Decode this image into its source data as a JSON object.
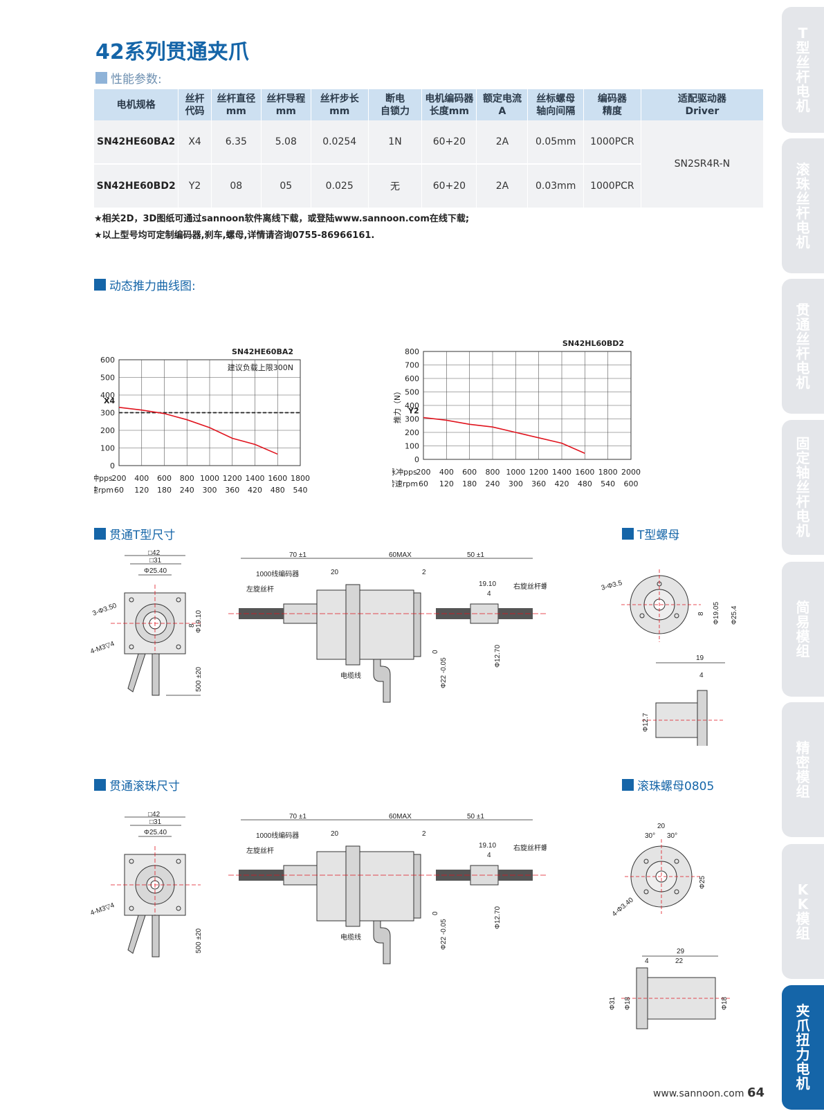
{
  "title": "42系列贯通夹爪",
  "sections": {
    "params": "性能参数:",
    "curve": "动态推力曲线图:",
    "t_dim": "贯通T型尺寸",
    "t_nut": "T型螺母",
    "ball_dim": "贯通滚珠尺寸",
    "ball_nut": "滚珠螺母0805"
  },
  "table": {
    "headers": [
      [
        "电机规格"
      ],
      [
        "丝杆",
        "代码"
      ],
      [
        "丝杆直径",
        "mm"
      ],
      [
        "丝杆导程",
        "mm"
      ],
      [
        "丝杆步长",
        "mm"
      ],
      [
        "断电",
        "自锁力"
      ],
      [
        "电机编码器",
        "长度mm"
      ],
      [
        "额定电流",
        "A"
      ],
      [
        "丝标螺母",
        "轴向间隔"
      ],
      [
        "编码器",
        "精度"
      ],
      [
        "适配驱动器",
        "Driver"
      ]
    ],
    "rows": [
      [
        "SN42HE60BA2",
        "X4",
        "6.35",
        "5.08",
        "0.0254",
        "1N",
        "60+20",
        "2A",
        "0.05mm",
        "1000PCR"
      ],
      [
        "SN42HE60BD2",
        "Y2",
        "08",
        "05",
        "0.025",
        "无",
        "60+20",
        "2A",
        "0.03mm",
        "1000PCR"
      ]
    ],
    "driver": "SN2SR4R-N"
  },
  "notes": [
    "★相关2D，3D图纸可通过sannoon软件离线下载，或登陆www.sannoon.com在线下载;",
    "★以上型号均可定制编码器,刹车,螺母,详情请咨询0755-86966161."
  ],
  "chart_data": [
    {
      "type": "line",
      "title": "SN42HE60BA2",
      "annotation": "建议负载上限300N",
      "series": [
        {
          "name": "X4",
          "x": [
            200,
            400,
            600,
            800,
            1000,
            1200,
            1400,
            1600
          ],
          "values": [
            330,
            315,
            295,
            260,
            215,
            155,
            120,
            65
          ]
        }
      ],
      "threshold": 300,
      "x_ticks": [
        "200",
        "400",
        "600",
        "800",
        "1000",
        "1200",
        "1400",
        "1600",
        "1800"
      ],
      "x_ticks2": [
        "60",
        "120",
        "180",
        "240",
        "300",
        "360",
        "420",
        "480",
        "540"
      ],
      "xlabel": "脉冲pps",
      "xlabel2": "转速rpm",
      "ylabel": "",
      "y_ticks": [
        "0",
        "100",
        "200",
        "300",
        "400",
        "500",
        "600"
      ],
      "xlim": [
        200,
        1800
      ],
      "ylim": [
        0,
        600
      ],
      "grid": true,
      "color": "#e0141e"
    },
    {
      "type": "line",
      "title": "SN42HL60BD2",
      "series": [
        {
          "name": "Y2",
          "x": [
            200,
            400,
            600,
            800,
            1000,
            1200,
            1400,
            1600
          ],
          "values": [
            310,
            290,
            260,
            240,
            200,
            160,
            120,
            45
          ]
        }
      ],
      "x_ticks": [
        "200",
        "400",
        "600",
        "800",
        "1000",
        "1200",
        "1400",
        "1600",
        "1800",
        "2000"
      ],
      "x_ticks2": [
        "60",
        "120",
        "180",
        "240",
        "300",
        "360",
        "420",
        "480",
        "540",
        "600"
      ],
      "xlabel": "脉冲pps",
      "xlabel2": "转速rpm",
      "ylabel": "推力（N）",
      "y_ticks": [
        "0",
        "100",
        "200",
        "300",
        "400",
        "500",
        "600",
        "700",
        "800"
      ],
      "xlim": [
        200,
        2000
      ],
      "ylim": [
        0,
        800
      ],
      "grid": true,
      "color": "#e0141e"
    }
  ],
  "drawings": {
    "sq42": "□42",
    "sq31": "□31",
    "phi2540": "Φ25.40",
    "holes350": "3-Φ3.50",
    "m3": "4-M3▽4",
    "phi1910": "Φ19.10",
    "eight": "8",
    "cable500": "500 ±20",
    "len70": "70 ±1",
    "len60": "60MAX",
    "len50": "50 ±1",
    "encoder": "1000线编码器",
    "twenty": "20",
    "two": "2",
    "left_screw": "左旋丝杆",
    "right_screw": "右旋丝杆螺母",
    "d1910": "19.10",
    "four": "4",
    "zero": "0",
    "phi22": "Φ22 -0.05",
    "phi1270": "Φ12.70",
    "cable": "电缆线",
    "nut_holes": "3-Φ3.5",
    "nut_1905": "Φ19.05",
    "nut_254": "Φ25.4",
    "nut_8": "8",
    "nut_19": "19",
    "nut_4": "4",
    "nut_127": "Φ12.7",
    "ball_20": "20",
    "ball_30a": "30°",
    "ball_30b": "30°",
    "ball_25": "Φ25",
    "ball_holes": "4-Φ3.40",
    "ball_29": "29",
    "ball_4": "4",
    "ball_22": "22",
    "ball_31": "Φ31",
    "ball_18a": "Φ18",
    "ball_18b": "Φ18"
  },
  "sidebar": [
    "T型丝杆电机",
    "滚珠丝杆电机",
    "贯通丝杆电机",
    "固定轴丝杆电机",
    "简易模组",
    "精密模组",
    "KK模组",
    "夹爪扭力电机"
  ],
  "footer": {
    "url": "www.sannoon.com",
    "page": "64"
  }
}
